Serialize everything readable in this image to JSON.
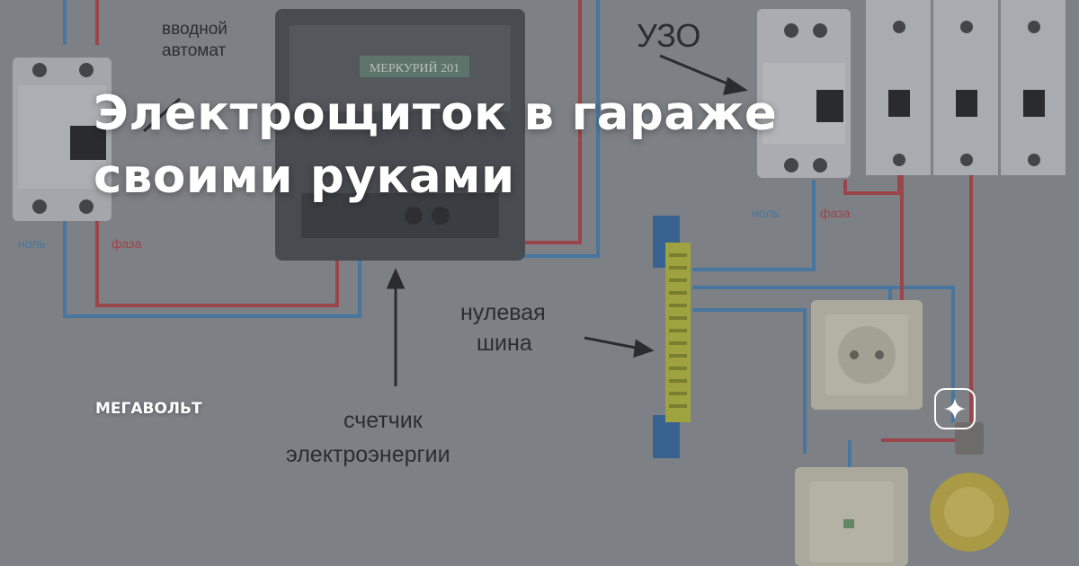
{
  "headline": {
    "line1": "Электрощиток в гараже",
    "line2": "своими руками"
  },
  "source_label": "МЕГАВОЛЬТ",
  "badge_icon": "sparkle-icon",
  "diagram_labels": {
    "main_breaker_1": "вводной",
    "main_breaker_2": "автомат",
    "rcd": "УЗО",
    "neutral_left": "ноль",
    "phase_left": "фаза",
    "neutral_right": "ноль",
    "phase_right": "фаза",
    "neutral_bus_1": "нулевая",
    "neutral_bus_2": "шина",
    "meter_1": "счетчик",
    "meter_2": "электроэнергии",
    "meter_brand": "МЕРКУРИЙ 201"
  },
  "colors": {
    "background": "#8f9297",
    "wire_red": "#b44b50",
    "wire_blue": "#4f87b6",
    "headline_text": "#ffffff",
    "bus_green": "#c3c74a",
    "bus_blue": "#3c6fa6"
  }
}
